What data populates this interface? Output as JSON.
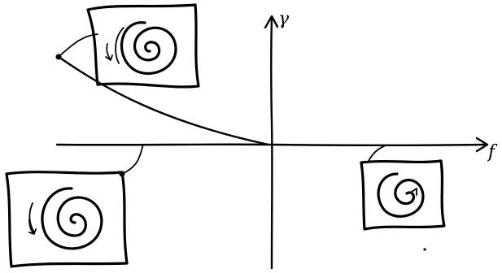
{
  "axes": {
    "horizontal_label": "f",
    "vertical_label": "γ"
  },
  "insets": [
    {
      "id": "upper-left-phase-portrait",
      "icon": "spiral-icon"
    },
    {
      "id": "lower-left-phase-portrait",
      "icon": "spiral-icon"
    },
    {
      "id": "right-phase-portrait",
      "icon": "spiral-icon"
    }
  ]
}
